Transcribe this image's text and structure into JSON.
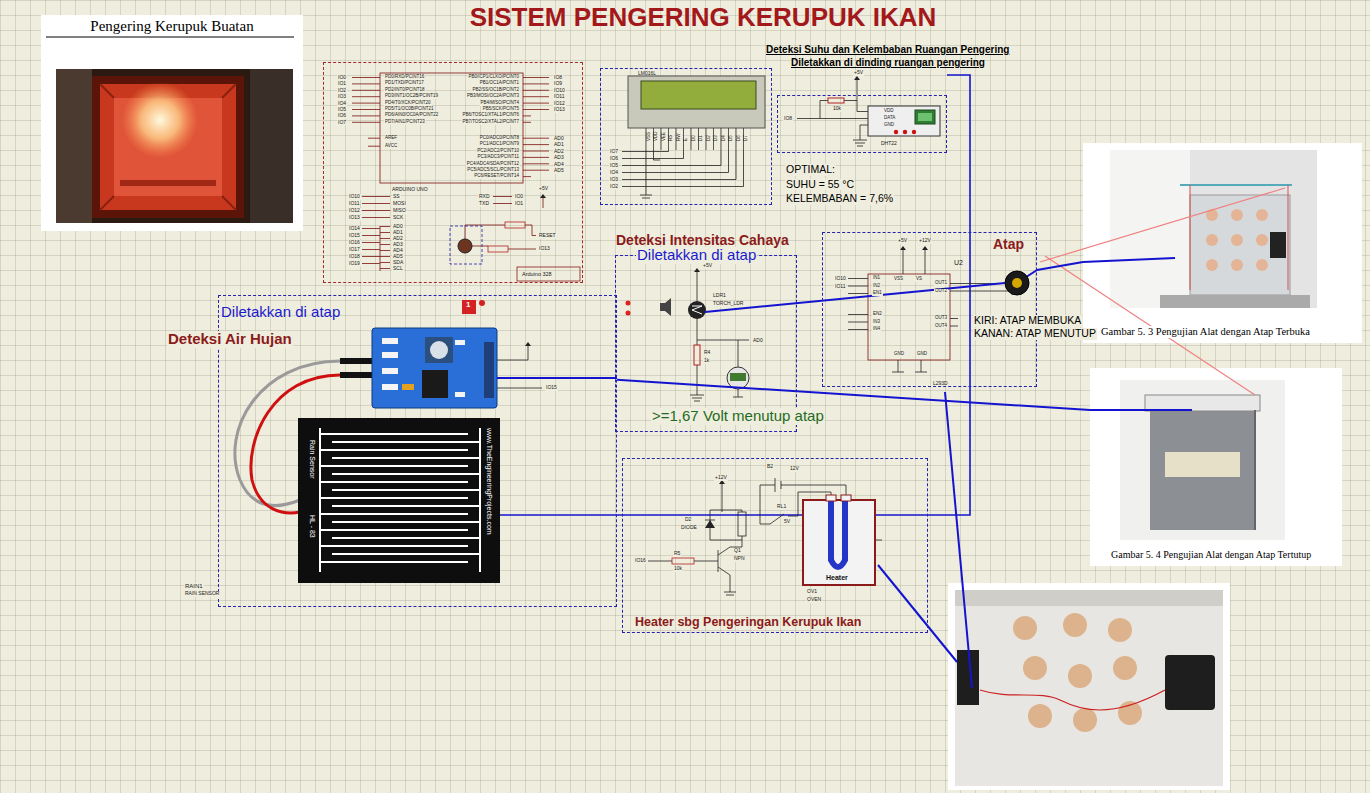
{
  "diagram": {
    "title": "SISTEM PENGERING KERUPUK IKAN",
    "nodes": [
      {
        "text": [
          "Pengering Kerupuk Buatan"
        ]
      },
      {
        "text": [
          "ARDUINO UNO",
          "Arduino 328"
        ]
      },
      {
        "text": [
          "LM016L"
        ]
      },
      {
        "text": [
          "Deteksi Suhu dan Kelembaban Ruangan Pengering",
          "Diletakkan di dinding ruangan pengering",
          "DHT22"
        ]
      },
      {
        "text": [
          "Deteksi Intensitas Cahaya",
          "Diletakkan di atap",
          ">=1,67 Volt menutup atap"
        ]
      },
      {
        "text": [
          "Atap",
          "U2",
          "L293D"
        ]
      },
      {
        "text": [
          "Gambar 5. 3 Pengujian Alat dengan Atap Terbuka"
        ]
      },
      {
        "text": [
          "Diletakkan di atap",
          "Deteksi Air Hujan",
          "RAIN1",
          "RAIN SENSOR"
        ]
      },
      {
        "text": [
          "Gambar 5. 4 Pengujian Alat dengan Atap Tertutup"
        ]
      },
      {
        "text": [
          "Heater sbg Pengeringan Kerupuk Ikan"
        ]
      }
    ],
    "edges": [
      {
        "from": 5,
        "to": 6,
        "arrow": "none"
      },
      {
        "from": 7,
        "to": 8,
        "arrow": "none"
      }
    ],
    "labels": [
      "PD0/RXD/PCINT16",
      "PD1/TXD/PCINT17",
      "PD2/INT0/PCINT18",
      "PD3/INT1/OC2B/PCINT19",
      "PD4/T0/XCK/PCINT20",
      "PD5/T1/OC0B/PCINT21",
      "PD6/AIN0/OC0A/PCINT22",
      "PD7/AIN1/PCINT23",
      "PB0/ICP1/CLKO/PCINT0",
      "PB1/OC1A/PCINT1",
      "PB2/SS/OC1B/PCINT2",
      "PB3/MOSI/OC2A/PCINT3",
      "PB4/MISO/PCINT4",
      "PB5/SCK/PCINT5",
      "PB6/TOSC1/XTAL1/PCINT6",
      "PB7/TOSC2/XTAL2/PCINT7",
      "PC0/ADC0/PCINT8",
      "PC1/ADC1/PCINT9",
      "PC2/ADC2/PCINT10",
      "PC3/ADC3/PCINT11",
      "PC4/ADC4/SDA/PCINT12",
      "PC5/ADC5/SCL/PCINT13",
      "PC6/RESET/PCINT14",
      "AREF",
      "AVCC",
      "IO0",
      "IO1",
      "IO2",
      "IO3",
      "IO4",
      "IO5",
      "IO6",
      "IO7",
      "IO8",
      "IO9",
      "IO10",
      "IO11",
      "IO12",
      "IO13",
      "AD0",
      "AD1",
      "AD2",
      "AD3",
      "AD4",
      "AD5",
      "IO10",
      "IO11",
      "IO12",
      "IO13",
      "SS",
      "MOSI",
      "MISO",
      "SCK",
      "RXD",
      "TXD",
      "IO0",
      "IO1",
      "IO14",
      "IO15",
      "IO16",
      "IO17",
      "IO18",
      "IO19",
      "AD0",
      "AD1",
      "AD2",
      "AD3",
      "AD4",
      "AD5",
      "SDA",
      "SCL",
      "+5V",
      "RESET",
      "IO13",
      "VSS",
      "VDD",
      "VEE",
      "RS",
      "RW",
      "E",
      "D0",
      "D1",
      "D2",
      "D3",
      "D4",
      "D5",
      "D6",
      "D7",
      "IO7",
      "IO6",
      "IO5",
      "IO4",
      "IO3",
      "IO2",
      "+5V",
      "10k",
      "IO8",
      "VDD",
      "DATA",
      "GND",
      "OPTIMAL:",
      "SUHU = 55 °C",
      "KELEMBABAN = 7,6%",
      "+5V",
      "LDR1",
      "TORCH_LDR",
      "R4",
      "1k",
      "AD0",
      "+5V",
      "+12V",
      "IN1",
      "IN2",
      "EN1",
      "EN2",
      "IN3",
      "IN4",
      "VSS",
      "VS",
      "OUT1",
      "OUT2",
      "OUT3",
      "OUT4",
      "GND",
      "GND",
      "IO10",
      "IO11",
      "KIRI: ATAP MEMBUKA",
      "KANAN: ATAP MENUTUP",
      "1",
      "IO15",
      "Rain Sensor",
      "www.TheEngineeringProjects.com",
      "HL - 83",
      "+12V",
      "B2",
      "12V",
      "D2",
      "DIODE",
      "RL1",
      "5V",
      "Q1",
      "NPN",
      "R5",
      "10k",
      "IO16",
      "OV1",
      "OVEN",
      "Heater"
    ]
  }
}
